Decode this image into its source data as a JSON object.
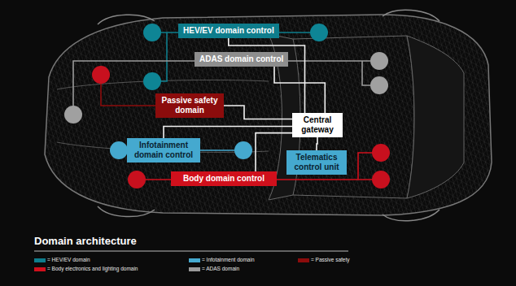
{
  "diagram": {
    "title": "Domain architecture",
    "nodes": [
      {
        "text": [
          "HEV/EV domain control"
        ]
      },
      {
        "text": [
          "ADAS domain control"
        ]
      },
      {
        "text": [
          "Passive safety domain"
        ]
      },
      {
        "text": [
          "Central gateway"
        ]
      },
      {
        "text": [
          "Infotainment domain control"
        ]
      },
      {
        "text": [
          "Body domain control"
        ]
      },
      {
        "text": [
          "Telematics control unit"
        ]
      }
    ],
    "edges": [
      {
        "from": 0,
        "to": 3,
        "arrow": "none"
      },
      {
        "from": 1,
        "to": 3,
        "arrow": "none"
      },
      {
        "from": 2,
        "to": 3,
        "arrow": "none"
      },
      {
        "from": 4,
        "to": 3,
        "arrow": "none"
      },
      {
        "from": 5,
        "to": 3,
        "arrow": "none"
      },
      {
        "from": 6,
        "to": 3,
        "arrow": "none"
      }
    ],
    "legend": [
      {
        "text": "= HEV/EV domain",
        "color": "#0e7d8c"
      },
      {
        "text": "= Infotainment domain",
        "color": "#45a9cf"
      },
      {
        "text": "= Passive safety",
        "color": "#8c0c0c"
      },
      {
        "text": "= Body electronics and lighting domain",
        "color": "#d0101c"
      },
      {
        "text": "= ADAS domain",
        "color": "#9a9a9a"
      }
    ]
  }
}
